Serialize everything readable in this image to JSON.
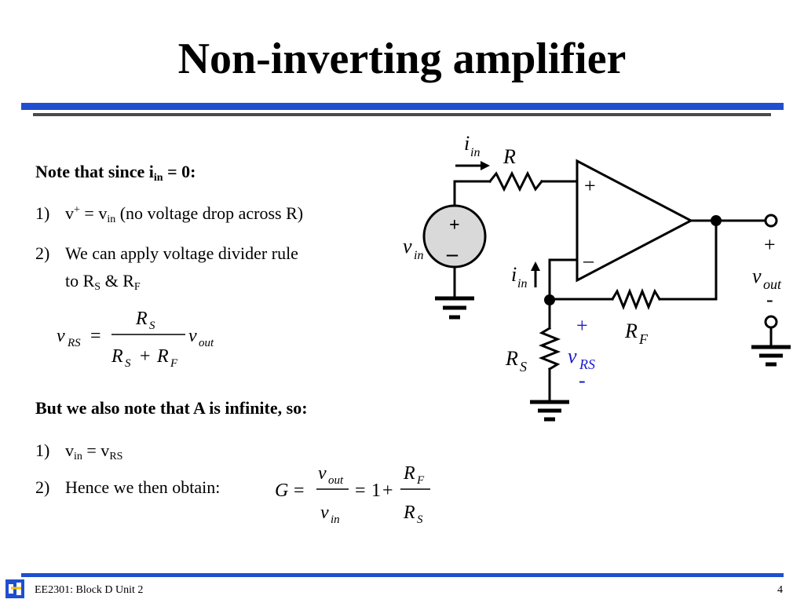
{
  "slide": {
    "title": "Non-inverting amplifier",
    "note_heading": "Note that since i",
    "note_heading_sub": "in",
    "note_heading_tail": " = 0:",
    "item1_num": "1)",
    "item1_a": "v",
    "item1_sup": "+",
    "item1_b": " = v",
    "item1_sub": "in",
    "item1_c": " (no voltage drop across R)",
    "item2_num": "2)",
    "item2_line1": "We can apply voltage divider rule",
    "item2_line2_a": "to R",
    "item2_line2_sub1": "S",
    "item2_line2_b": " & R",
    "item2_line2_sub2": "F",
    "eq1": {
      "lhs": "v",
      "lhs_sub": "RS",
      "equals": "=",
      "num": "R",
      "num_sub": "S",
      "den_a": "R",
      "den_a_sub": "S",
      "plus": "+",
      "den_b": "R",
      "den_b_sub": "F",
      "tail": "v",
      "tail_sub": "out"
    },
    "heading2": "But we also note that A is infinite, so:",
    "item3_num": "1)",
    "item3_a": "v",
    "item3_sub1": "in",
    "item3_b": " = v",
    "item3_sub2": "RS",
    "item4_num": "2)",
    "item4_text": "Hence we then obtain:",
    "eq2": {
      "G": "G",
      "eq": "=",
      "num": "v",
      "num_sub": "out",
      "den": "v",
      "den_sub": "in",
      "eq2": "=",
      "one": "1",
      "plus": "+",
      "num2": "R",
      "num2_sub": "F",
      "den2": "R",
      "den2_sub": "S"
    }
  },
  "circuit": {
    "iin_top": "i",
    "iin_top_sub": "in",
    "R": "R",
    "plus_in": "+",
    "minus_in": "–",
    "vin": "v",
    "vin_sub": "in",
    "src_plus": "+",
    "src_minus": "–",
    "iin_mid": "i",
    "iin_mid_sub": "in",
    "RF": "R",
    "RF_sub": "F",
    "RS": "R",
    "RS_sub": "S",
    "vrs_plus": "+",
    "vrs": "v",
    "vrs_sub": "RS",
    "vrs_minus": "-",
    "out_plus": "+",
    "vout": "v",
    "vout_sub": "out",
    "out_minus": "-",
    "blue": "#1a1acc"
  },
  "footer": {
    "left": "EE2301: Block D Unit 2",
    "page": "4"
  }
}
